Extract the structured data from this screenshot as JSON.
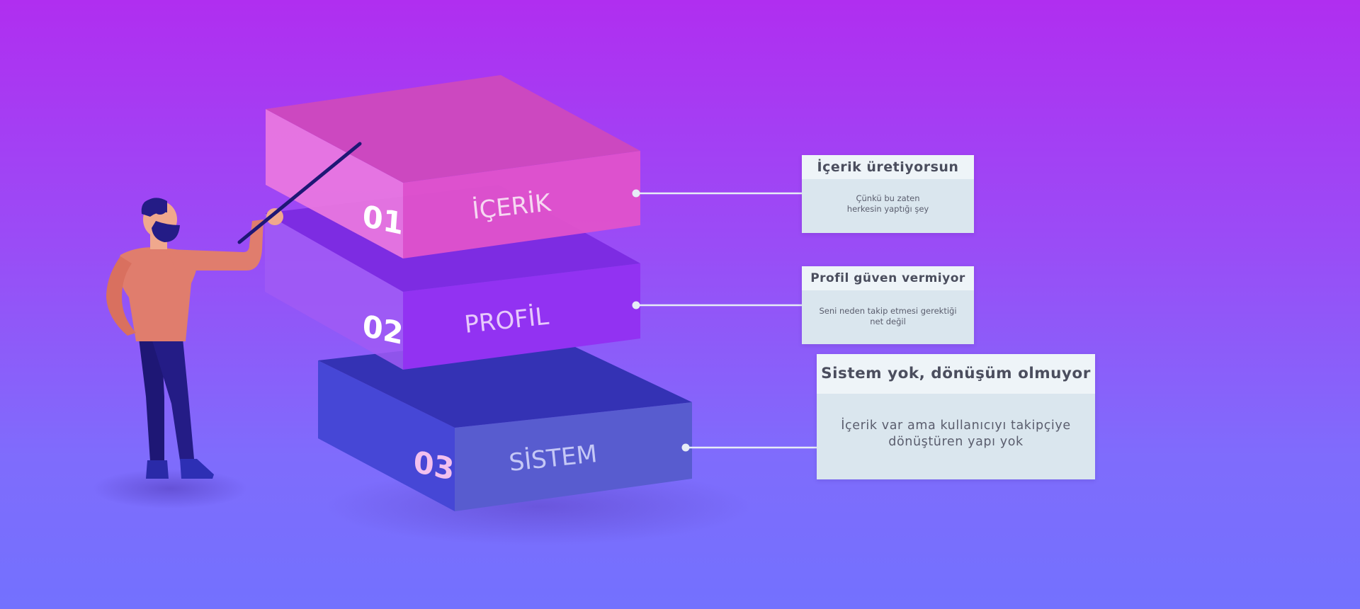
{
  "blocks": [
    {
      "number": "01",
      "label": "İÇERİK"
    },
    {
      "number": "02",
      "label": "PROFİL"
    },
    {
      "number": "03",
      "label": "SİSTEM"
    }
  ],
  "cards": [
    {
      "title": "İçerik üretiyorsun",
      "line1": "Çünkü bu zaten",
      "line2": "herkesin yaptığı şey"
    },
    {
      "title": "Profil güven vermiyor",
      "line1": "Seni neden takip etmesi gerektiği",
      "line2": "net değil"
    },
    {
      "title": "Sistem yok, dönüşüm olmuyor",
      "line1": "İçerik var ama kullanıcıyı takipçiye",
      "line2": "dönüştüren yapı yok"
    }
  ],
  "colors": {
    "block1": "#e355cc",
    "block2": "#9234f4",
    "block3": "#3d3ccc",
    "card_bg": "#dae6ee",
    "connector": "#e6ecf6"
  }
}
